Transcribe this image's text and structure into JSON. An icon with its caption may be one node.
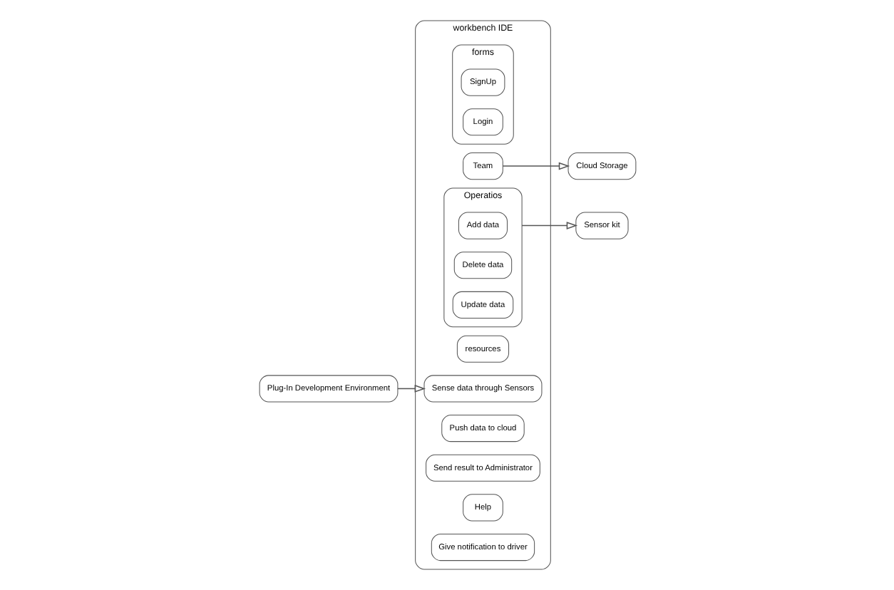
{
  "diagram": {
    "nodes": [
      {
        "text": [
          "workbench IDE"
        ]
      },
      {
        "text": [
          "Team"
        ],
        "in": 0
      },
      {
        "text": [
          "Cloud Storage"
        ]
      },
      {
        "text": [
          "resources"
        ],
        "in": 0
      },
      {
        "text": [
          "Plug-In Development Environment"
        ]
      },
      {
        "text": [
          "Sense data through Sensors"
        ],
        "in": 0
      },
      {
        "text": [
          "forms"
        ],
        "in": 0
      },
      {
        "text": [
          "SignUp"
        ],
        "in": 6
      },
      {
        "text": [
          "Login"
        ],
        "in": 6
      },
      {
        "text": [
          "Operatios"
        ],
        "in": 0
      },
      {
        "text": [
          "Add data"
        ],
        "in": 9
      },
      {
        "text": [
          "Sensor kit"
        ]
      },
      {
        "text": [
          "Push data to cloud"
        ],
        "in": 0
      },
      {
        "text": [
          "Delete data"
        ],
        "in": 9
      },
      {
        "text": [
          "Update data"
        ],
        "in": 9
      },
      {
        "text": [
          "Send result to Administrator"
        ],
        "in": 0
      },
      {
        "text": [
          "Help"
        ],
        "in": 0
      },
      {
        "text": [
          "Give notification to driver"
        ],
        "in": 0
      }
    ],
    "edges": [
      {
        "from": 4,
        "to": 5,
        "arrow": "to"
      },
      {
        "from": 1,
        "to": 2,
        "arrow": "to"
      },
      {
        "from": 9,
        "to": 11,
        "arrow": "to"
      }
    ]
  }
}
